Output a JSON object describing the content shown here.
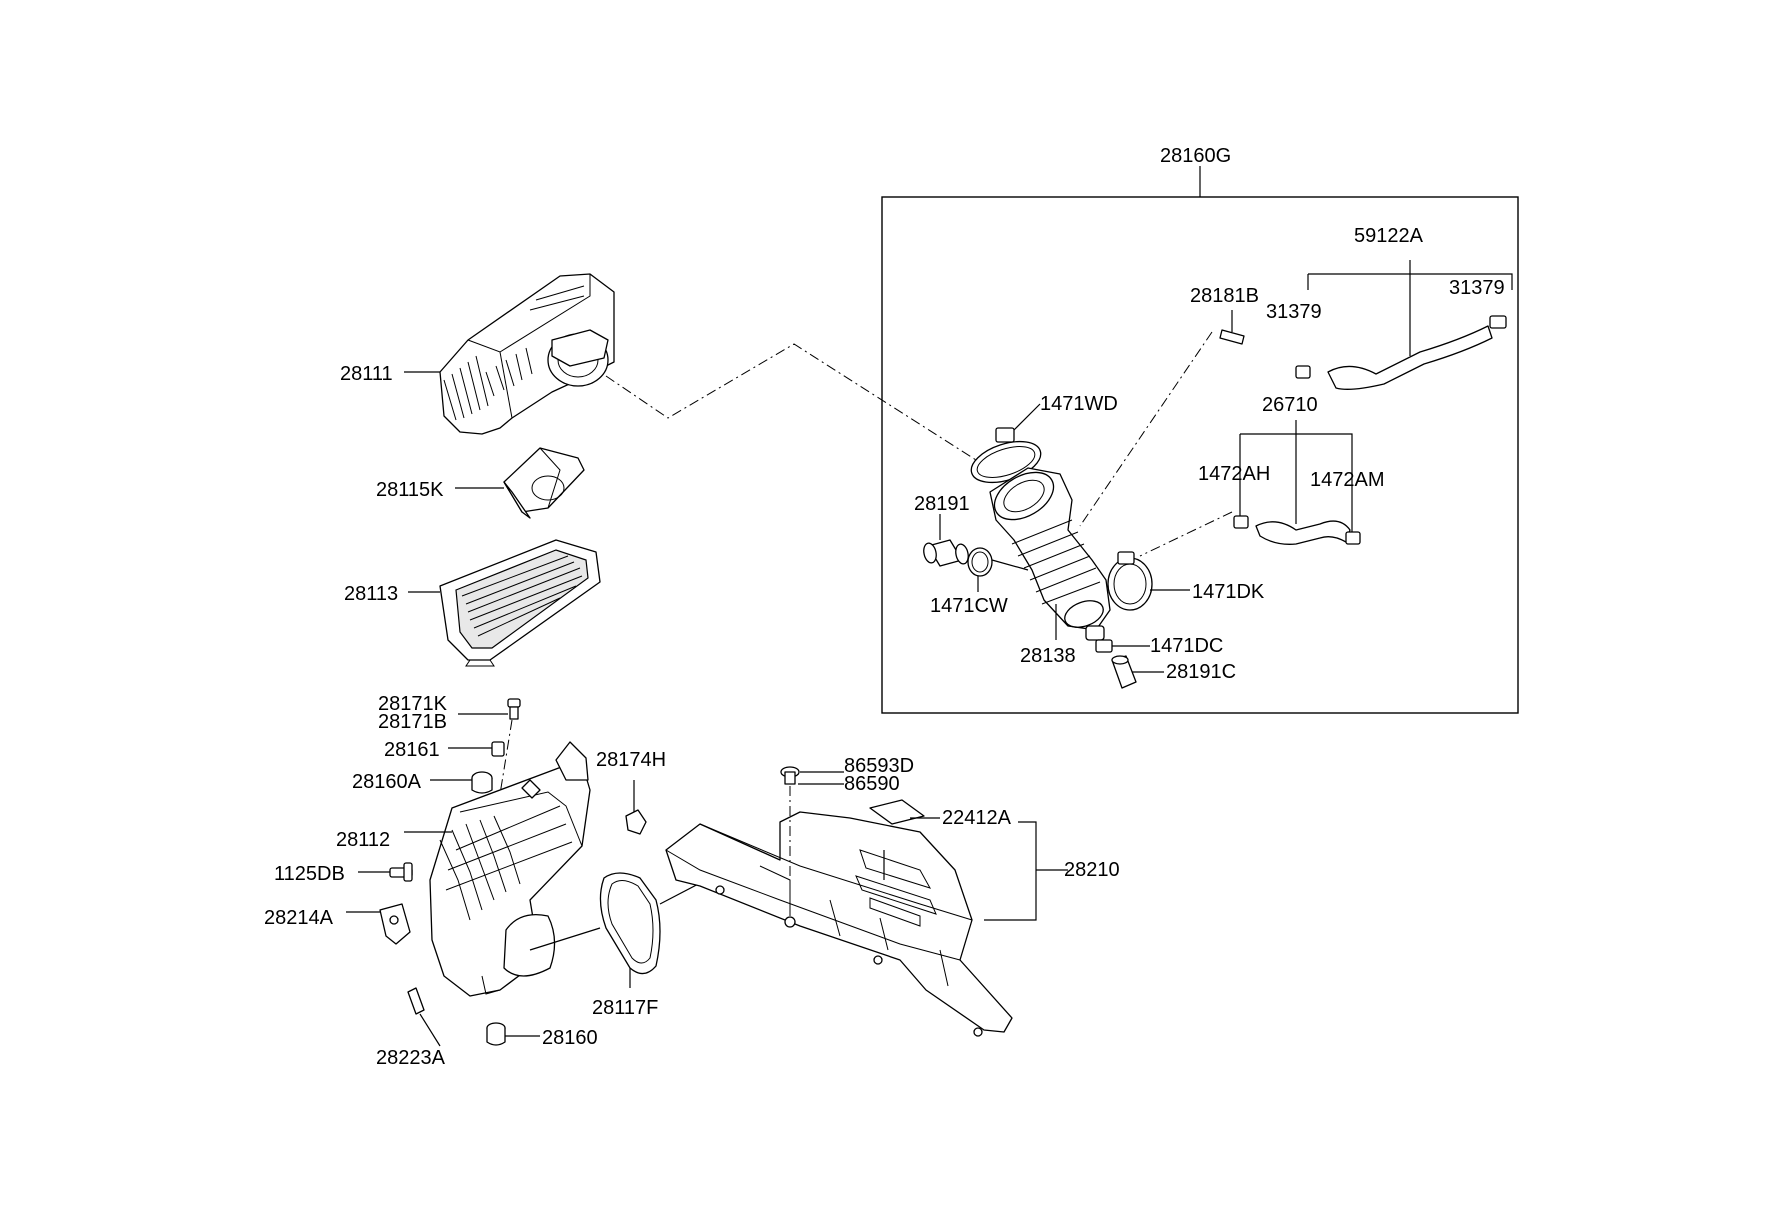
{
  "labels": {
    "p28160G": "28160G",
    "p59122A": "59122A",
    "p28181B": "28181B",
    "p31379a": "31379",
    "p31379b": "31379",
    "p28111": "28111",
    "p1471WD": "1471WD",
    "p26710": "26710",
    "p1472AH": "1472AH",
    "p1472AM": "1472AM",
    "p28191": "28191",
    "p28115K": "28115K",
    "p1471DK": "1471DK",
    "p28113": "28113",
    "p1471CW": "1471CW",
    "p1471DC": "1471DC",
    "p28138": "28138",
    "p28191C": "28191C",
    "p28171K": "28171K",
    "p28171B": "28171B",
    "p28161": "28161",
    "p28174H": "28174H",
    "p86593D": "86593D",
    "p86590": "86590",
    "p28160A": "28160A",
    "p22412A": "22412A",
    "p28112": "28112",
    "p28210": "28210",
    "p1125DB": "1125DB",
    "p28214A": "28214A",
    "p28117F": "28117F",
    "p28160": "28160",
    "p28223A": "28223A"
  }
}
